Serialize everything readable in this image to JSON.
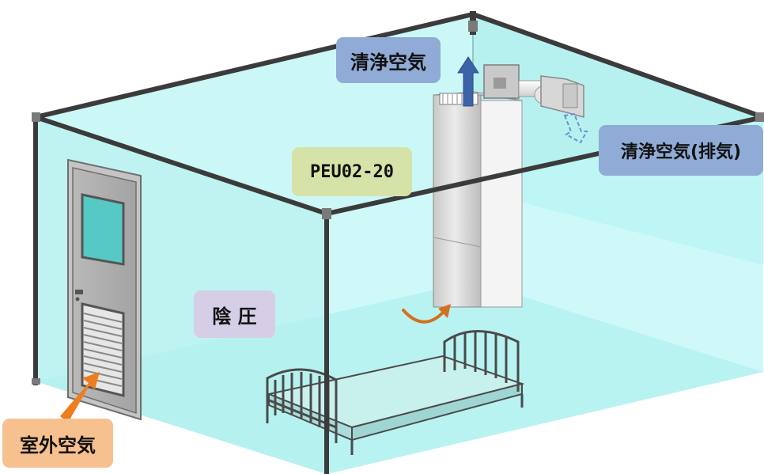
{
  "labels": {
    "clean_air": "清浄空気",
    "clean_air_exhaust": "清浄空気(排気)",
    "unit_model": "PEU02-20",
    "negative_pressure": "陰 圧",
    "outdoor_air": "室外空気"
  },
  "colors": {
    "clean_air_label_bg": "#8fabd6",
    "unit_label_bg": "#d6e3a8",
    "negative_label_bg": "#d6cde6",
    "outdoor_label_bg": "#f7c08f",
    "wall_glass": "#b9f4f3",
    "floor_glass": "#a6e8e5",
    "frame": "#3b3b3b",
    "up_arrow": "#3c63a8",
    "outdoor_arrow": "#ee7d1d",
    "circulation_arrow": "#d2711f",
    "exhaust_arrow": "#6f8fcf"
  }
}
